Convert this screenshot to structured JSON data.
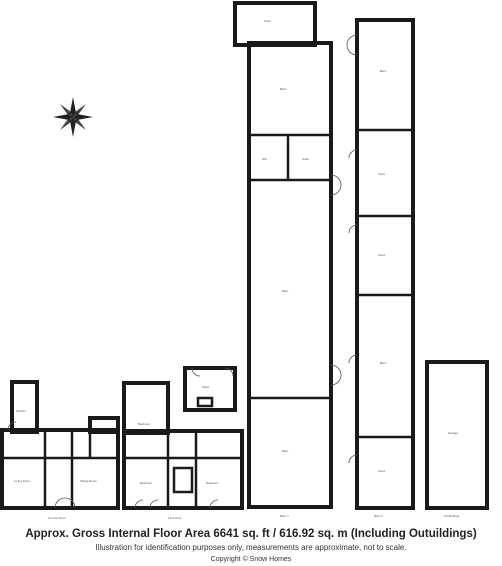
{
  "caption": {
    "area": "Approx. Gross Internal Floor Area 6641 sq. ft / 616.92 sq. m (Including Outuildings)",
    "disclaimer": "Illustration for identification purposes only, measurements are approximate, not to scale.",
    "copyright": "Copyright © Snow Homes"
  },
  "icons": {
    "compass": "compass-rose-icon"
  },
  "colors": {
    "wall": "#1a1a1a",
    "background": "#ffffff"
  }
}
